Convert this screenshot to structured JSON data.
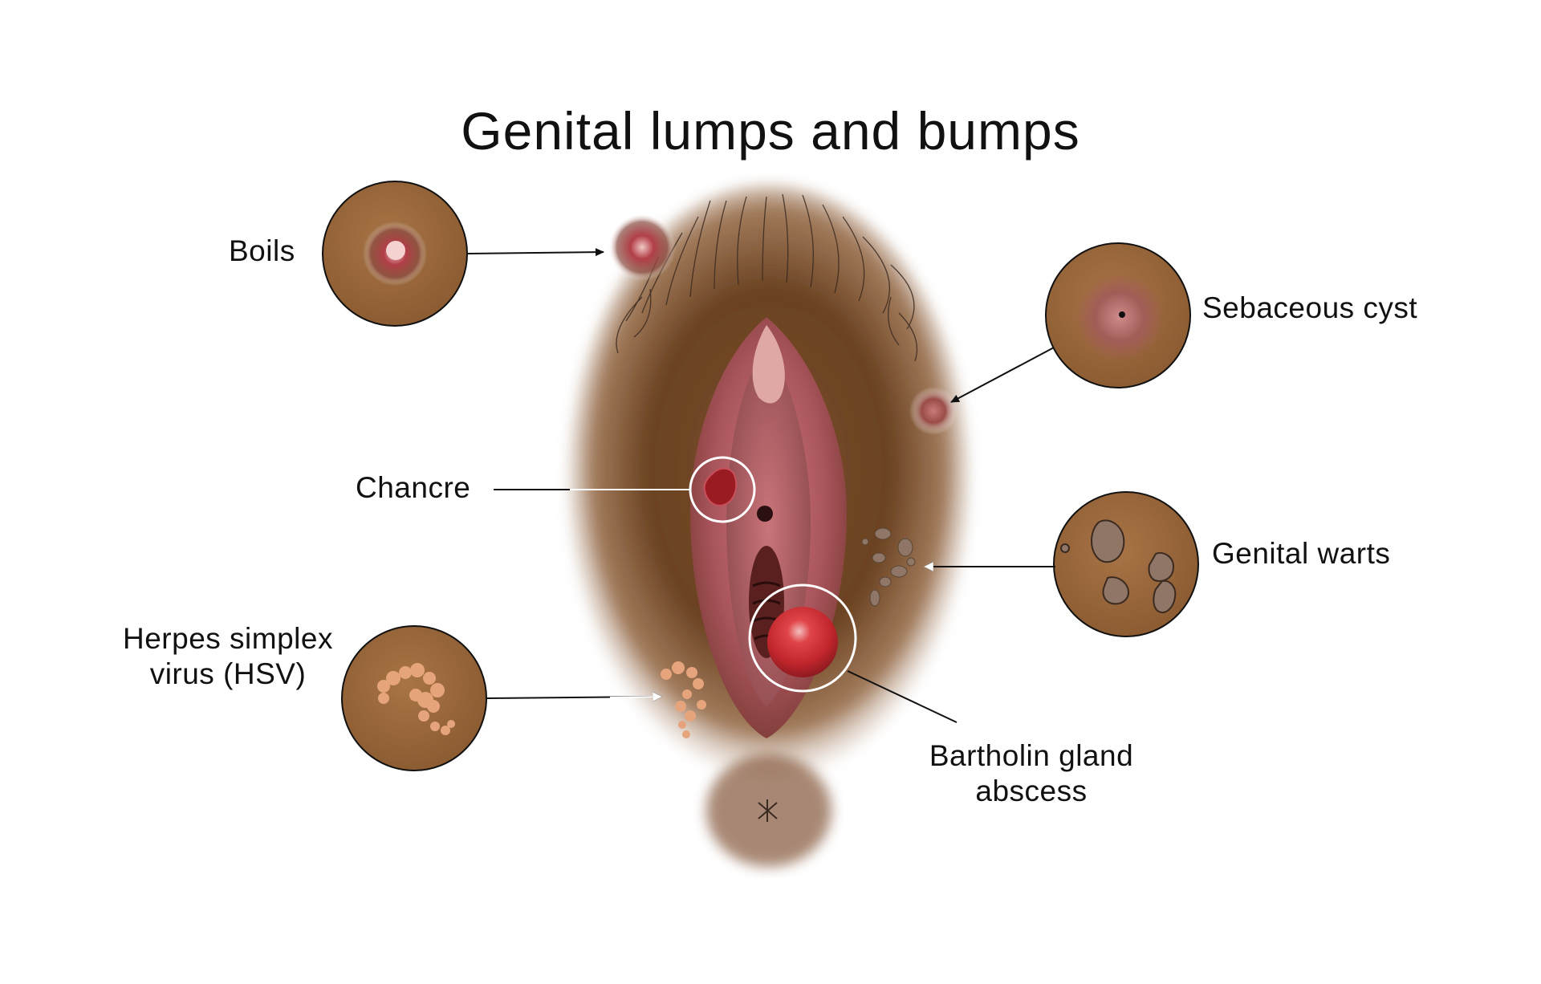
{
  "title": "Genital lumps and bumps",
  "labels": {
    "boils": "Boils",
    "sebaceous_cyst": "Sebaceous cyst",
    "chancre": "Chancre",
    "genital_warts": "Genital warts",
    "hsv_line1": "Herpes simplex",
    "hsv_line2": "virus (HSV)",
    "bartholin_line1": "Bartholin gland",
    "bartholin_line2": "abscess"
  },
  "colors": {
    "skin_inset": "#9b6a3c",
    "skin_dark": "#5e3b1f",
    "tissue": "#b4616a",
    "lesion_red": "#c0262c",
    "wart": "#8f7666",
    "hsv_blister": "#e6a47d",
    "line": "#111111",
    "white_line": "#ffffff"
  }
}
